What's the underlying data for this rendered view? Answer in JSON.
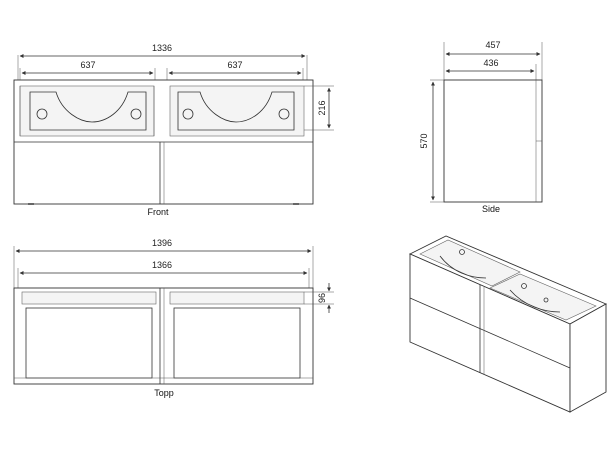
{
  "views": {
    "front": {
      "label": "Front",
      "dims": {
        "overall_width": "1336",
        "left_width": "637",
        "right_width": "637",
        "drawer_height": "216"
      }
    },
    "side": {
      "label": "Side",
      "dims": {
        "outer_depth": "457",
        "inner_depth": "436",
        "height": "570"
      }
    },
    "top": {
      "label": "Topp",
      "dims": {
        "outer_width": "1396",
        "inner_width": "1366",
        "rail_depth": "96"
      }
    }
  },
  "colors": {
    "line": "#333333",
    "fill": "#ffffff",
    "shade": "#f4f4f4"
  }
}
